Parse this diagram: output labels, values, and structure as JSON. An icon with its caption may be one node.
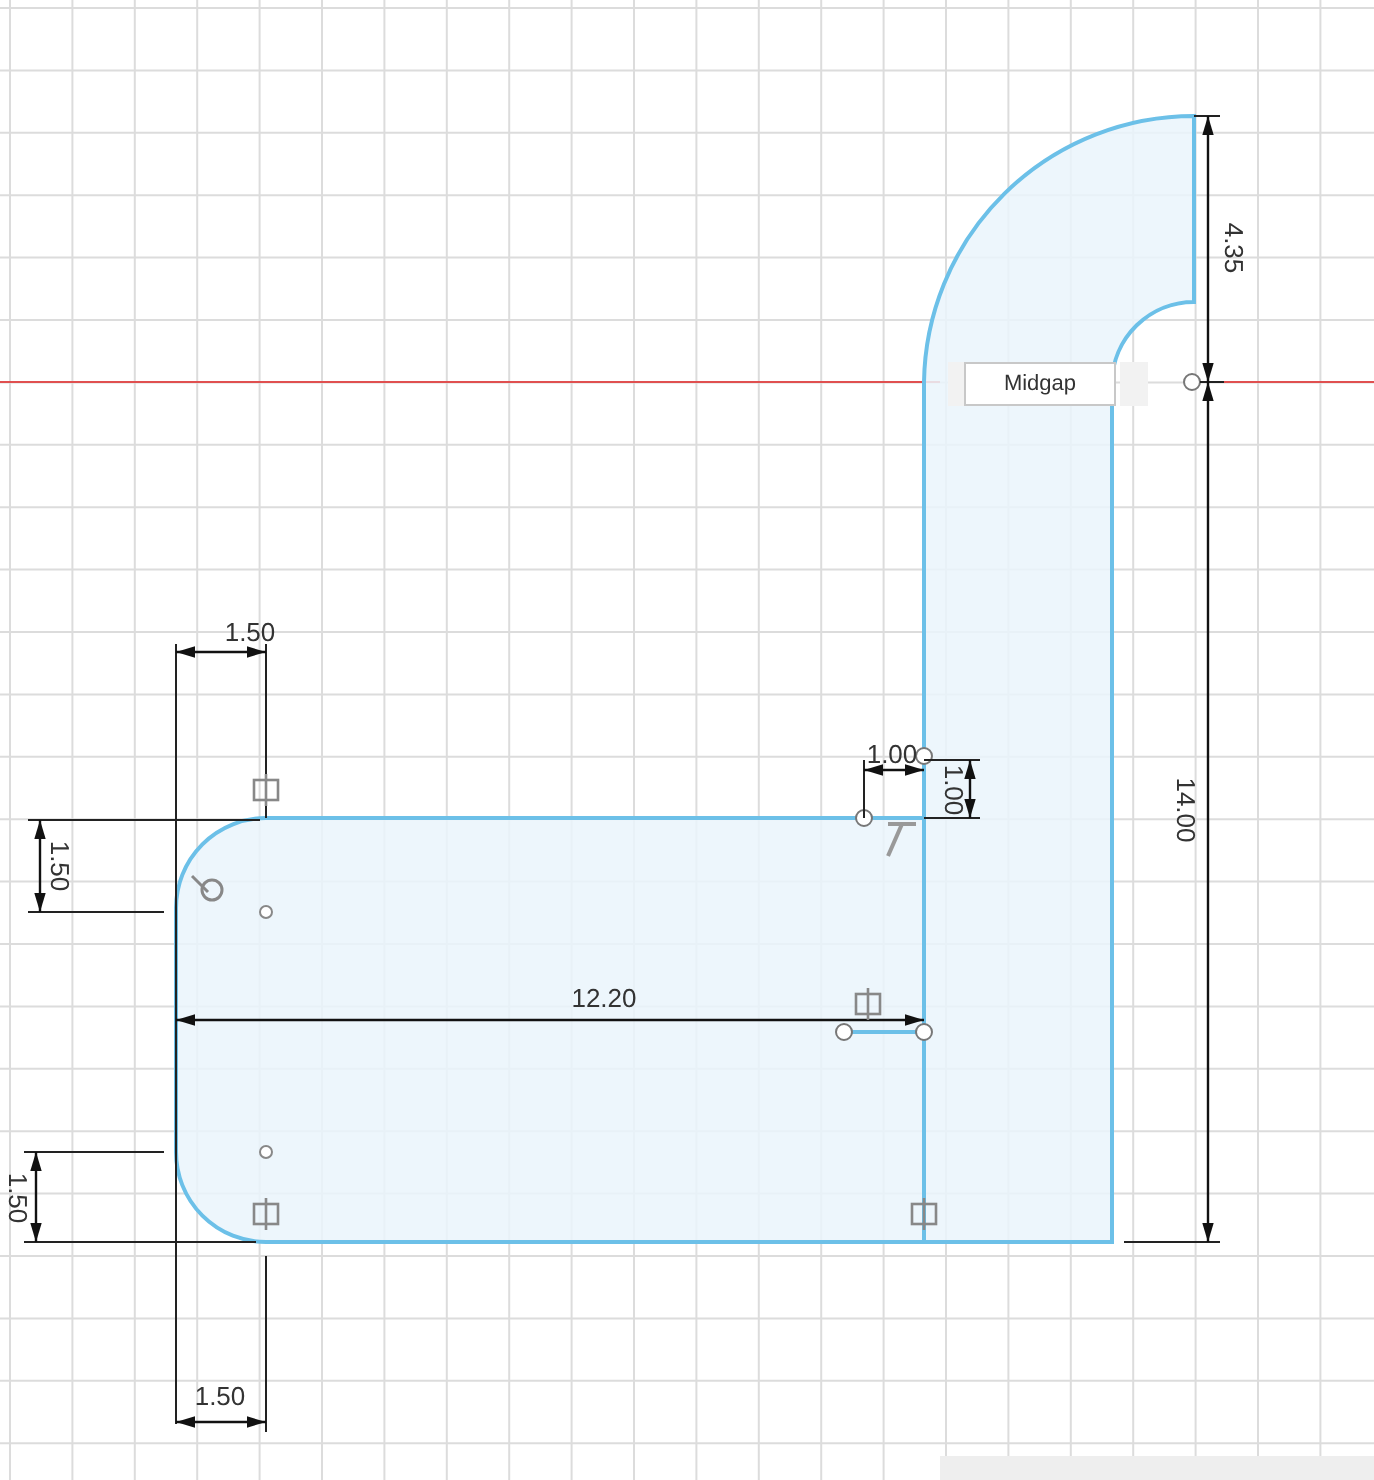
{
  "diagram": {
    "labels": [
      "4.35",
      "Midgap",
      "1.50",
      "1.00",
      "1.00",
      "14.00",
      "1.50",
      "12.20",
      "1.50",
      "1.50"
    ]
  }
}
